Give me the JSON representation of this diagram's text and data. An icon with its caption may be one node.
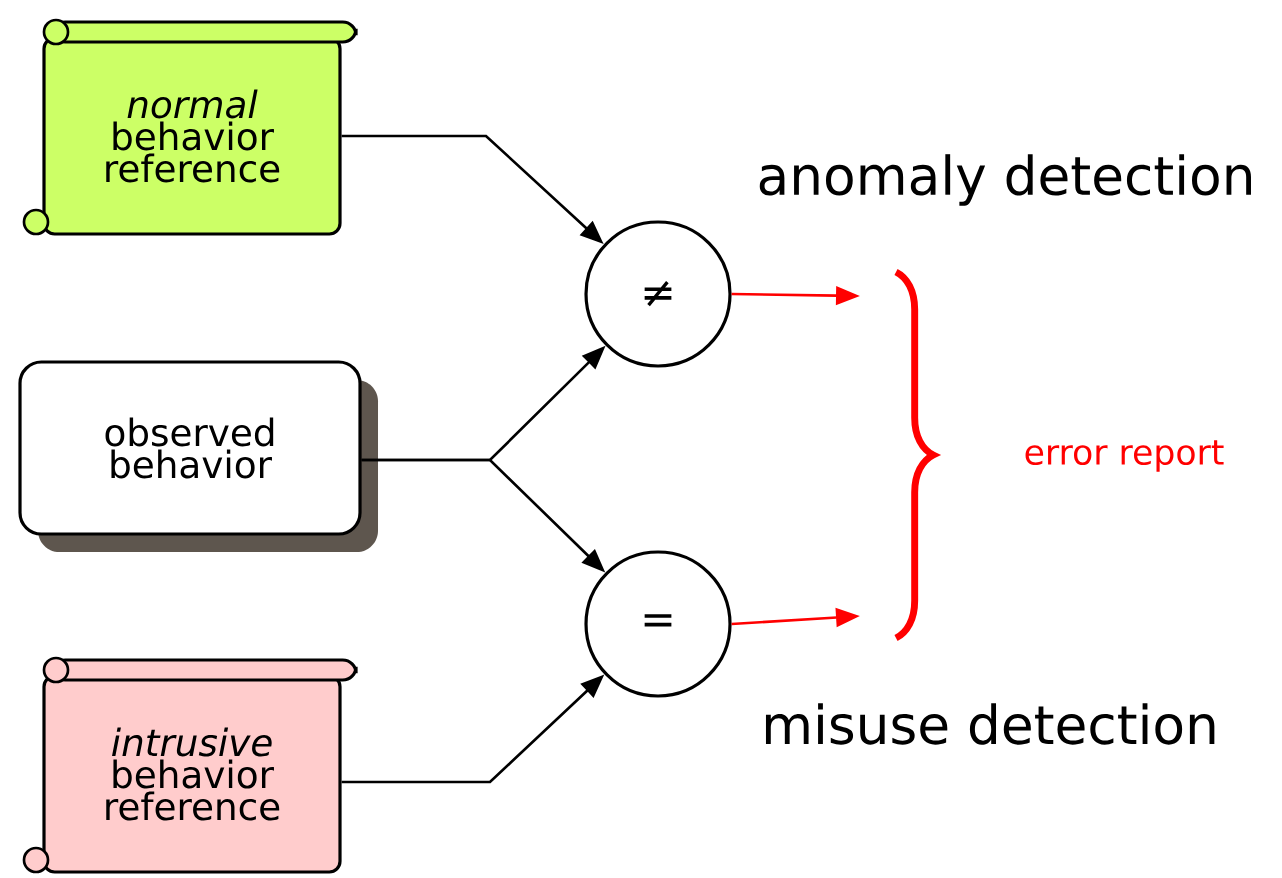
{
  "diagram": {
    "nodes": [
      {
        "text": [
          "*normal* behavior reference"
        ]
      },
      {
        "text": [
          "observed behavior"
        ]
      },
      {
        "text": [
          "*intrusive* behavior reference"
        ]
      },
      {
        "text": [
          "≠"
        ]
      },
      {
        "text": [
          "="
        ]
      }
    ],
    "edges": [
      {
        "from": 0,
        "to": 3,
        "arrow": "to"
      },
      {
        "from": 1,
        "to": 3,
        "arrow": "to"
      },
      {
        "from": 1,
        "to": 4,
        "arrow": "to"
      },
      {
        "from": 2,
        "to": 4,
        "arrow": "to"
      },
      {
        "from": 3,
        "to": null,
        "arrow": "to",
        "color": "#ff0000"
      },
      {
        "from": 4,
        "to": null,
        "arrow": "to",
        "color": "#ff0000"
      }
    ],
    "labels": [
      "anomaly detection",
      "error report",
      "misuse detection"
    ]
  }
}
